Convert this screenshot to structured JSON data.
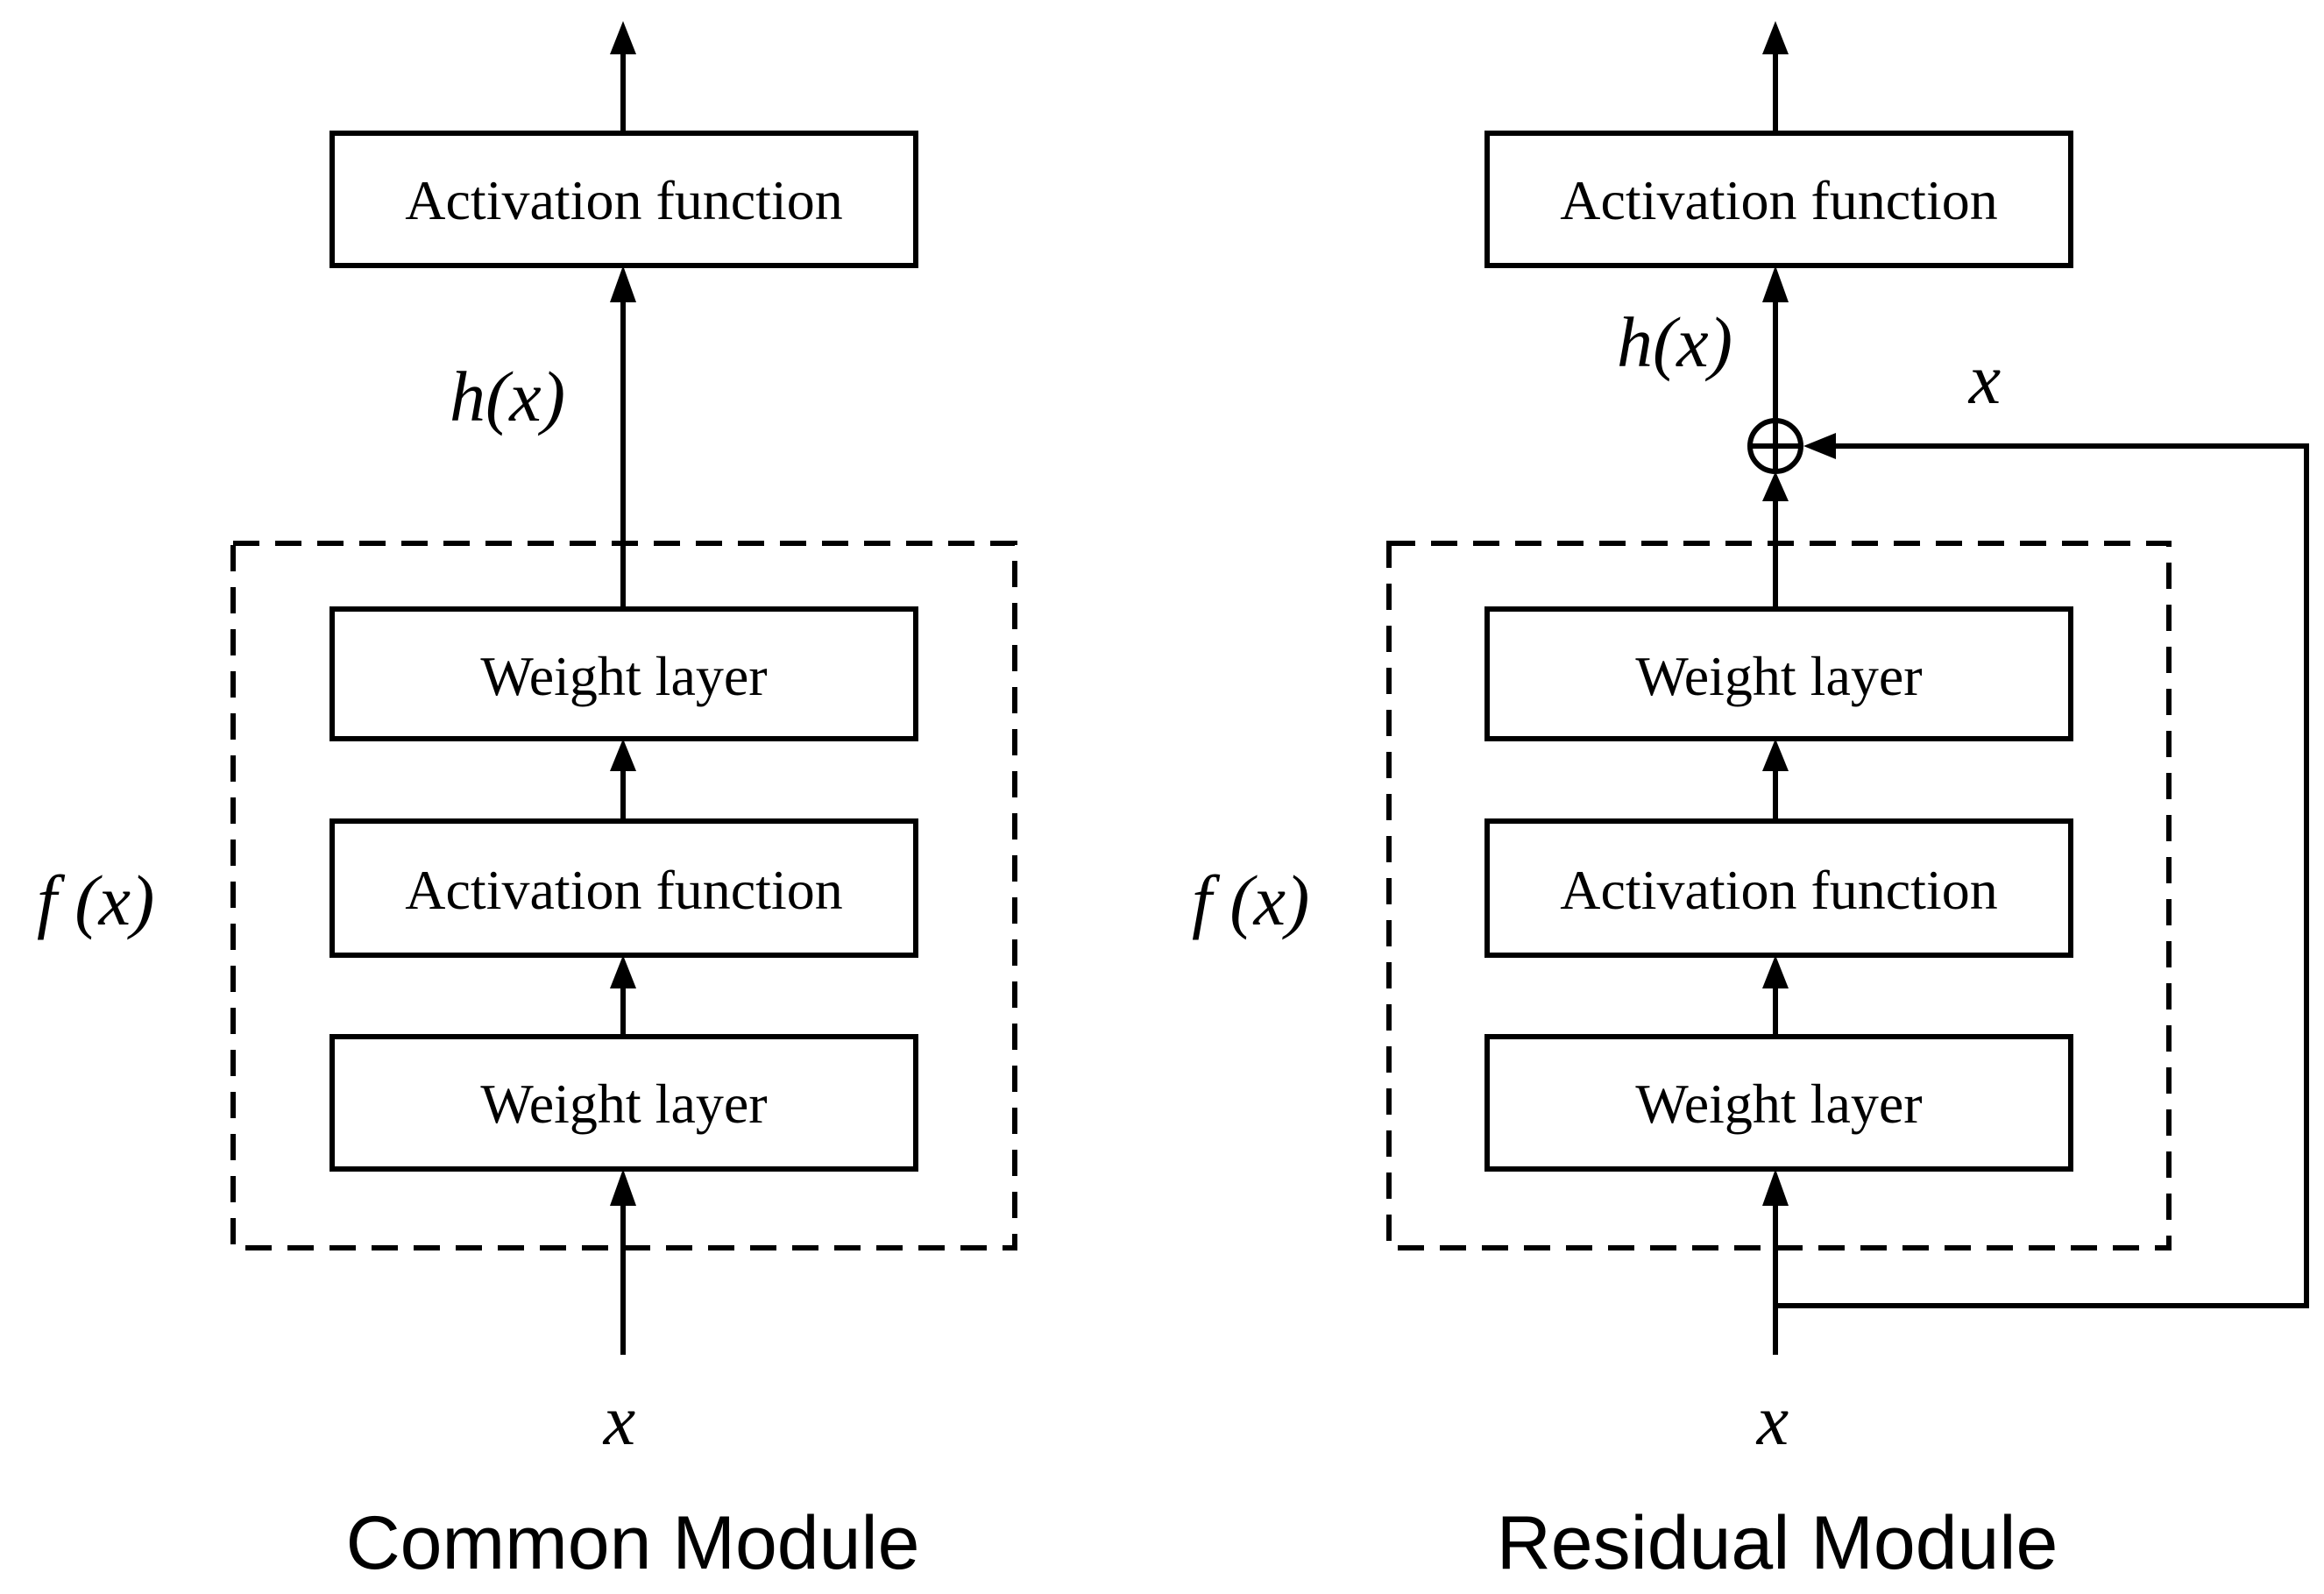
{
  "common_module": {
    "caption": "Common Module",
    "input_label": "x",
    "output_label": "h(x)",
    "block_label": "f (x)",
    "top_box": "Activation function",
    "layers": [
      "Weight layer",
      "Activation function",
      "Weight layer"
    ]
  },
  "residual_module": {
    "caption": "Residual Module",
    "input_label": "x",
    "output_label": "h(x)",
    "skip_label": "x",
    "block_label": "f (x)",
    "top_box": "Activation function",
    "layers": [
      "Weight layer",
      "Activation function",
      "Weight layer"
    ]
  }
}
